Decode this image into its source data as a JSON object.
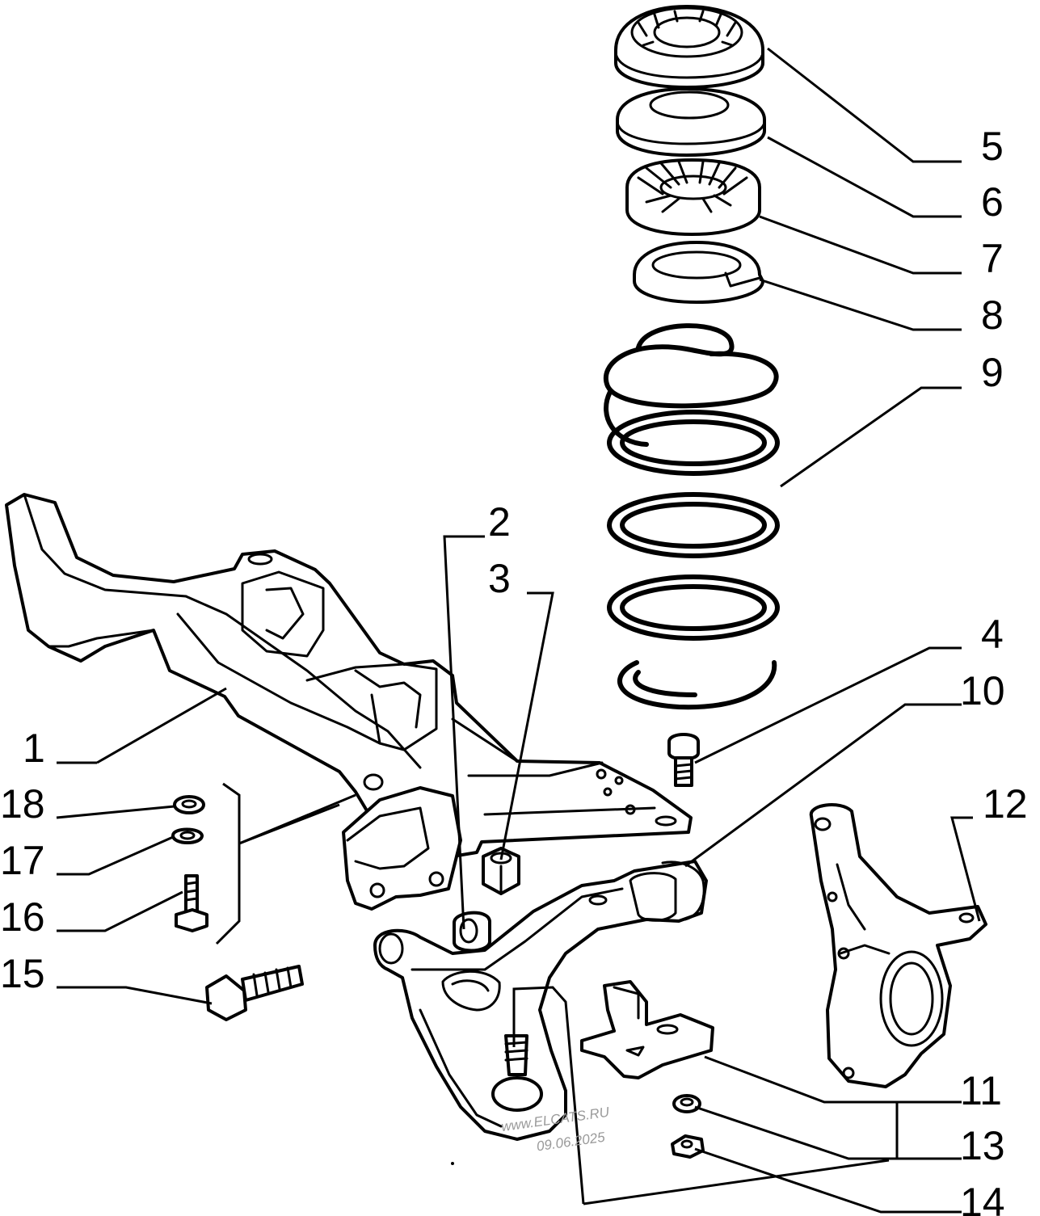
{
  "colors": {
    "line": "#000000",
    "background": "#ffffff",
    "watermark": "#9a9a9a"
  },
  "callouts": [
    "1",
    "2",
    "3",
    "4",
    "5",
    "6",
    "7",
    "8",
    "9",
    "10",
    "11",
    "12",
    "13",
    "14",
    "15",
    "16",
    "17",
    "18"
  ],
  "watermark": {
    "line1": "www.ELCATS.RU",
    "line2": "09.06.2025"
  }
}
